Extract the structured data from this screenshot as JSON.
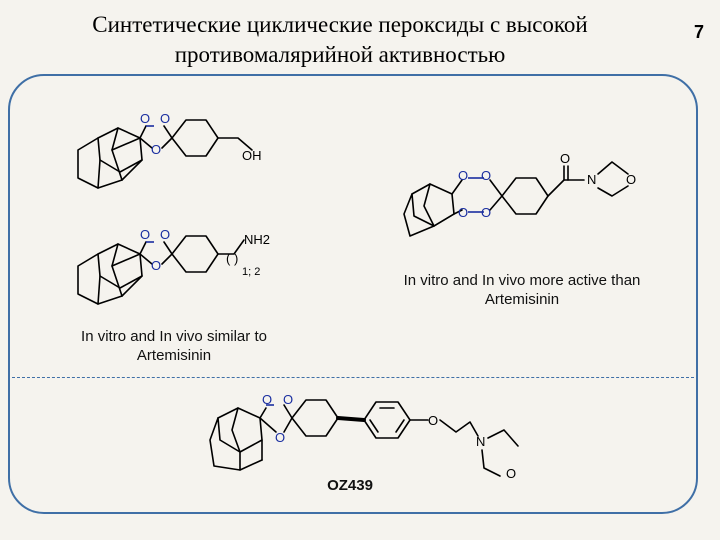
{
  "slide": {
    "title": "Синтетические циклические пероксиды с высокой противомалярийной активностью",
    "number": "7"
  },
  "captions": {
    "right": "In vitro and In vivo more active than Artemisinin",
    "left": "In vitro and In vivo similar to Artemisinin",
    "bottom": "OZ439"
  },
  "atom_labels": {
    "oh": "OH",
    "nh2": "NH2",
    "paren": "( )",
    "subscript": "1; 2",
    "o": "O",
    "n": "N"
  },
  "colors": {
    "frame": "#3f6fa6",
    "oxygen": "#1a2ea0"
  }
}
